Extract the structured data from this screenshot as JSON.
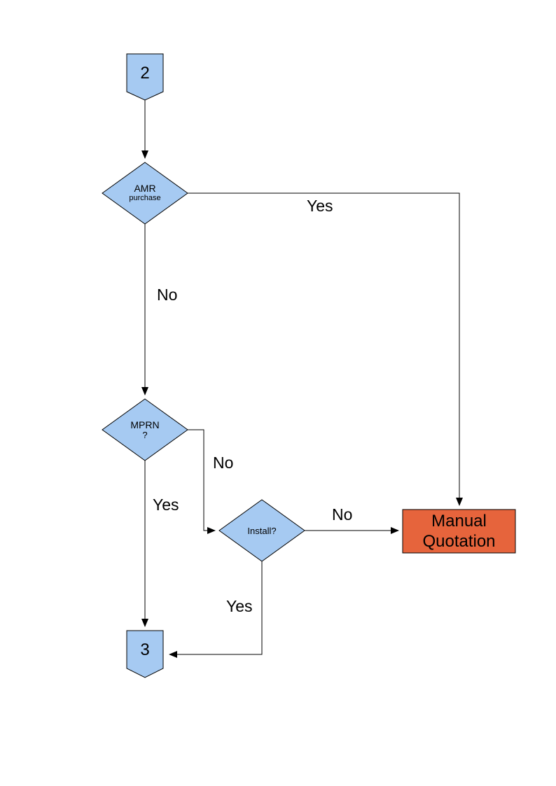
{
  "diagram": {
    "colors": {
      "node_fill": "#A6CAF2",
      "manual_quotation_fill": "#E6643C",
      "line_color": "#000000"
    },
    "nodes": {
      "connector2": {
        "label": "2"
      },
      "amr": {
        "line1": "AMR",
        "line2": "purchase"
      },
      "mprn": {
        "line1": "MPRN",
        "line2": "?"
      },
      "install": {
        "label": "Install?"
      },
      "manual_quotation": {
        "line1": "Manual",
        "line2": "Quotation"
      },
      "connector3": {
        "label": "3"
      }
    },
    "edge_labels": {
      "amr_yes": "Yes",
      "amr_no": "No",
      "mprn_no": "No",
      "mprn_yes": "Yes",
      "install_no": "No",
      "install_yes": "Yes"
    }
  }
}
